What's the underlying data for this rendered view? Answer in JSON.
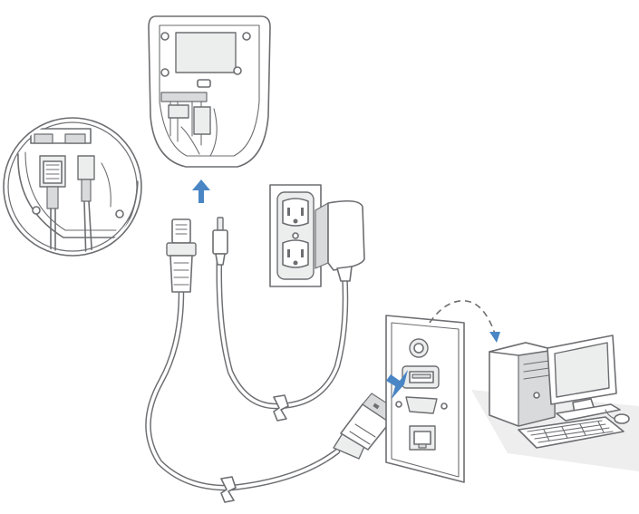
{
  "colors": {
    "line": "#6d6e71",
    "arrow": "#4a86c5",
    "fill_light": "#eceded",
    "fill_mid": "#d9dadb",
    "background": "#ffffff"
  },
  "parts": [
    "scanner-base",
    "zoom-inset",
    "rj45-plug",
    "power-barrel-plug",
    "wall-outlet",
    "power-adapter",
    "usb-plug",
    "pc-io-panel",
    "desktop-computer"
  ],
  "arrows": [
    "up-arrow",
    "panel-arrow",
    "dashed-arrow"
  ]
}
